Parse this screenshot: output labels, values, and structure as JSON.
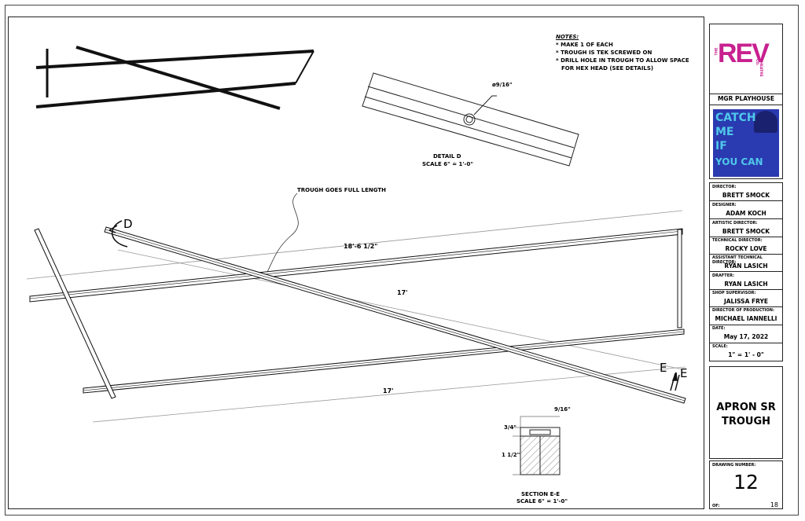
{
  "notes": {
    "heading": "NOTES:",
    "lines": [
      "* MAKE 1 OF EACH",
      "* TROUGH IS TEK SCREWED ON",
      "* DRILL HOLE IN TROUGH TO ALLOW SPACE",
      "FOR HEX HEAD (SEE DETAILS)"
    ]
  },
  "detail_d": {
    "hole_label": "ø9/16\"",
    "title": "DETAIL D",
    "scale": "SCALE 6\" = 1'-0\""
  },
  "section_ee": {
    "title": "SECTION E-E",
    "scale": "SCALE 6\" = 1'-0\"",
    "dim_top": "9/16\"",
    "dim_left_top": "3/4\"",
    "dim_left_bottom": "1 1/2\""
  },
  "plan": {
    "callout": "TROUGH GOES FULL LENGTH",
    "dim_diagonal": "18'-6 1/2\"",
    "dim_middle": "17'",
    "dim_bottom": "17'",
    "marker_d": "D",
    "marker_e1": "E",
    "marker_e2": "E"
  },
  "title_block": {
    "logo_the": "THE",
    "logo_main": "REV",
    "logo_sub": "THEATRE CO.",
    "venue": "MGR PLAYHOUSE",
    "poster": [
      "CATCH",
      "ME",
      "IF",
      "YOU CAN"
    ],
    "credits": [
      {
        "role": "DIRECTOR:",
        "name": "BRETT SMOCK"
      },
      {
        "role": "DESIGNER:",
        "name": "ADAM KOCH"
      },
      {
        "role": "ARTISTIC DIRECTOR:",
        "name": "BRETT SMOCK"
      },
      {
        "role": "TECHNICAL DIRECTOR:",
        "name": "ROCKY LOVE"
      },
      {
        "role": "ASSISTANT TECHNICAL DIRECTOR:",
        "name": "RYAN LASICH"
      },
      {
        "role": "DRAFTER:",
        "name": "RYAN LASICH"
      },
      {
        "role": "SHOP SUPERVISOR:",
        "name": "JALISSA FRYE"
      },
      {
        "role": "DIRECTOR OF PRODUCTION:",
        "name": "MICHAEL IANNELLI"
      },
      {
        "role": "DATE:",
        "name": "May 17, 2022"
      },
      {
        "role": "SCALE:",
        "name": "1\" = 1' - 0\""
      }
    ],
    "drawing_title_1": "APRON SR",
    "drawing_title_2": "TROUGH",
    "drawing_number_label": "DRAWING NUMBER:",
    "drawing_number": "12",
    "of_label": "OF:",
    "of_total": "18"
  },
  "colors": {
    "brand_magenta": "#c8208f",
    "poster_blue": "#2a3ab0",
    "poster_text": "#4fc8ea"
  }
}
